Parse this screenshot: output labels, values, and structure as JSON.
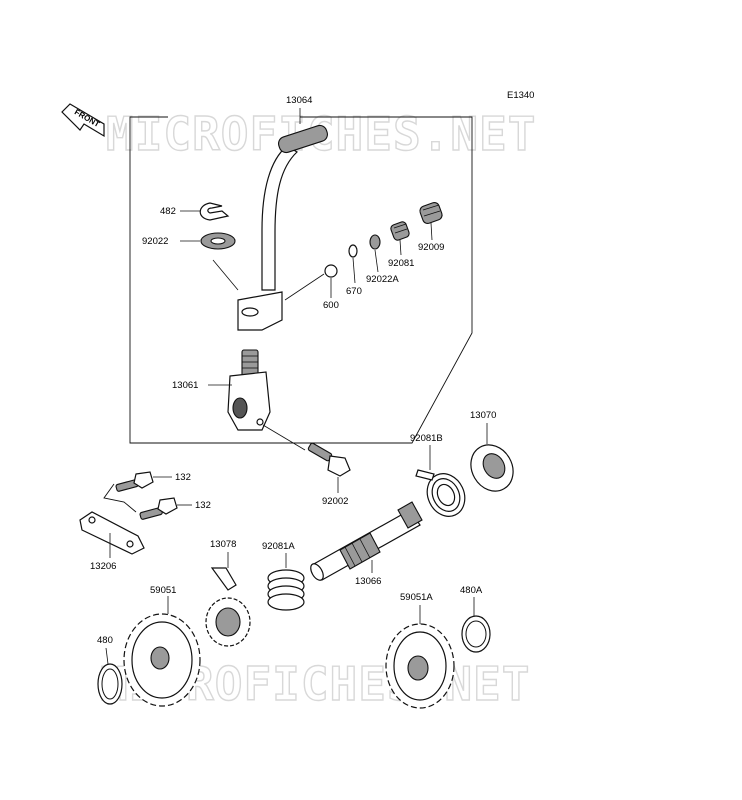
{
  "diagram_code": "E1340",
  "front_marker": "FRONT",
  "watermark": "MICROFICHES.NET",
  "parts": {
    "p13064": "13064",
    "p482": "482",
    "p92022": "92022",
    "p92009": "92009",
    "p92081": "92081",
    "p92022A": "92022A",
    "p670": "670",
    "p600": "600",
    "p13061": "13061",
    "p13070": "13070",
    "p92081B": "92081B",
    "p132a": "132",
    "p132b": "132",
    "p92002": "92002",
    "p13206": "13206",
    "p13078": "13078",
    "p92081A": "92081A",
    "p13066": "13066",
    "p59051": "59051",
    "p59051A": "59051A",
    "p480A": "480A",
    "p480": "480"
  }
}
